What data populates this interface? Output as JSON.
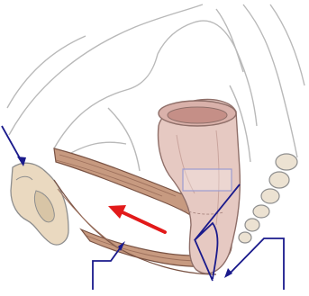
{
  "figure": {
    "kind": "anatomical-illustration",
    "subject": "pelvic-floor-sagittal-section",
    "colors": {
      "background": "#ffffff",
      "sketch_line": "#b9b9b9",
      "bone": "#ead9c0",
      "bone_outline": "#8e8e8e",
      "rectum": "#e6c9c2",
      "rectum_outline": "#8f6f69",
      "muscle": "#c79a80",
      "muscle_outline": "#7a5344",
      "annotation": "#1a1a8c",
      "arrow": "#e21a1a",
      "box_outline": "#9c9cd0"
    },
    "annotations": [
      {
        "name": "pubic-symphysis-pointer-line",
        "style": "straight"
      },
      {
        "name": "anorectal-angle-lines",
        "style": "angle"
      },
      {
        "name": "left-bracket",
        "style": "bracket"
      },
      {
        "name": "right-bracket",
        "style": "bracket"
      },
      {
        "name": "puborectalis-pull-arrow",
        "color": "#e21a1a"
      },
      {
        "name": "rectum-label-box",
        "style": "empty-rectangle"
      }
    ]
  }
}
